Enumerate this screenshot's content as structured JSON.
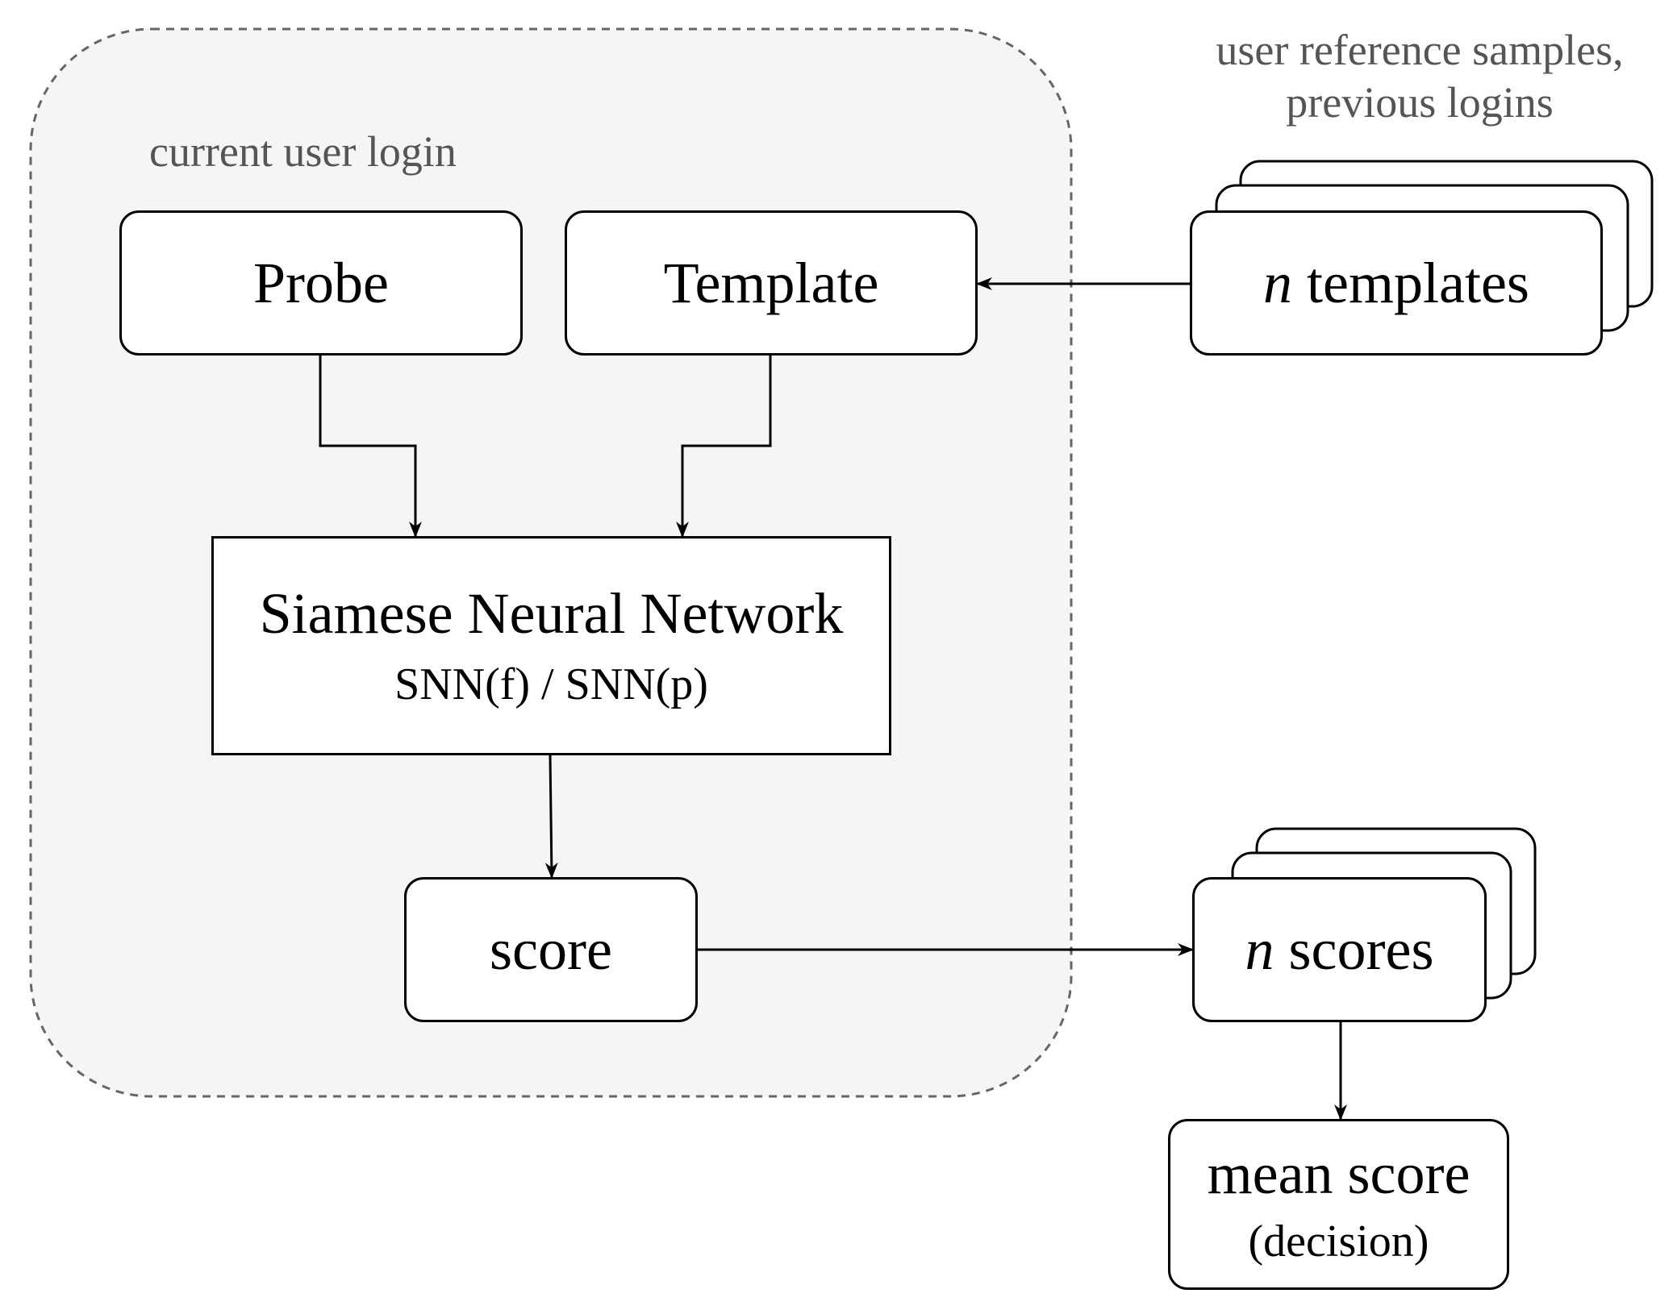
{
  "diagram": {
    "region_label": "current user login",
    "reference_label_line1": "user reference samples,",
    "reference_label_line2": "previous logins",
    "probe": "Probe",
    "template": "Template",
    "templates_stack": {
      "n": "n",
      "text": " templates"
    },
    "snn": {
      "title": "Siamese Neural Network",
      "subtitle": "SNN(f) / SNN(p)"
    },
    "score": "score",
    "scores_stack": {
      "n": "n",
      "text": " scores"
    },
    "mean": {
      "title": "mean score",
      "subtitle": "(decision)"
    }
  },
  "colors": {
    "region_fill": "#f4f6f5",
    "region_border": "#666666",
    "label_text": "#555555",
    "stroke": "#000000"
  }
}
